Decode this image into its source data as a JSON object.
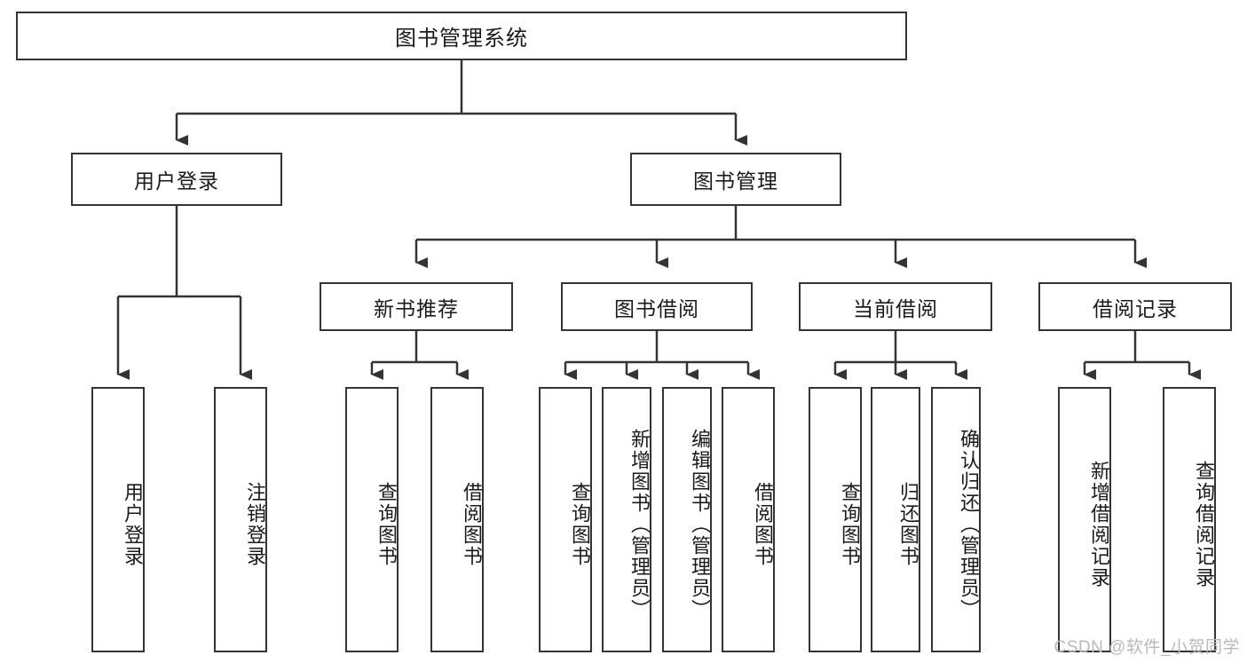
{
  "diagram": {
    "title": "图书管理系统",
    "watermark": "CSDN @软件_小贺同学",
    "colors": {
      "stroke": "#343434",
      "fill": "#ffffff",
      "text": "#1a1a1a",
      "watermark": "#b9b9b9"
    },
    "root": {
      "label": "图书管理系统"
    },
    "level1": [
      {
        "label": "用户登录"
      },
      {
        "label": "图书管理"
      }
    ],
    "level2": [
      {
        "label": "新书推荐"
      },
      {
        "label": "图书借阅"
      },
      {
        "label": "当前借阅"
      },
      {
        "label": "借阅记录"
      }
    ],
    "leaves": {
      "user_login": [
        {
          "label": "用户登录"
        },
        {
          "label": "注销登录"
        }
      ],
      "new_book_recommend": [
        {
          "label": "查询图书"
        },
        {
          "label": "借阅图书"
        }
      ],
      "book_borrow": [
        {
          "label": "查询图书"
        },
        {
          "label": "新增图书（管理员）"
        },
        {
          "label": "编辑图书（管理员）"
        },
        {
          "label": "借阅图书"
        }
      ],
      "current_borrow": [
        {
          "label": "查询图书"
        },
        {
          "label": "归还图书"
        },
        {
          "label": "确认归还（管理员）"
        }
      ],
      "borrow_record": [
        {
          "label": "新增借阅记录"
        },
        {
          "label": "查询借阅记录"
        }
      ]
    }
  }
}
